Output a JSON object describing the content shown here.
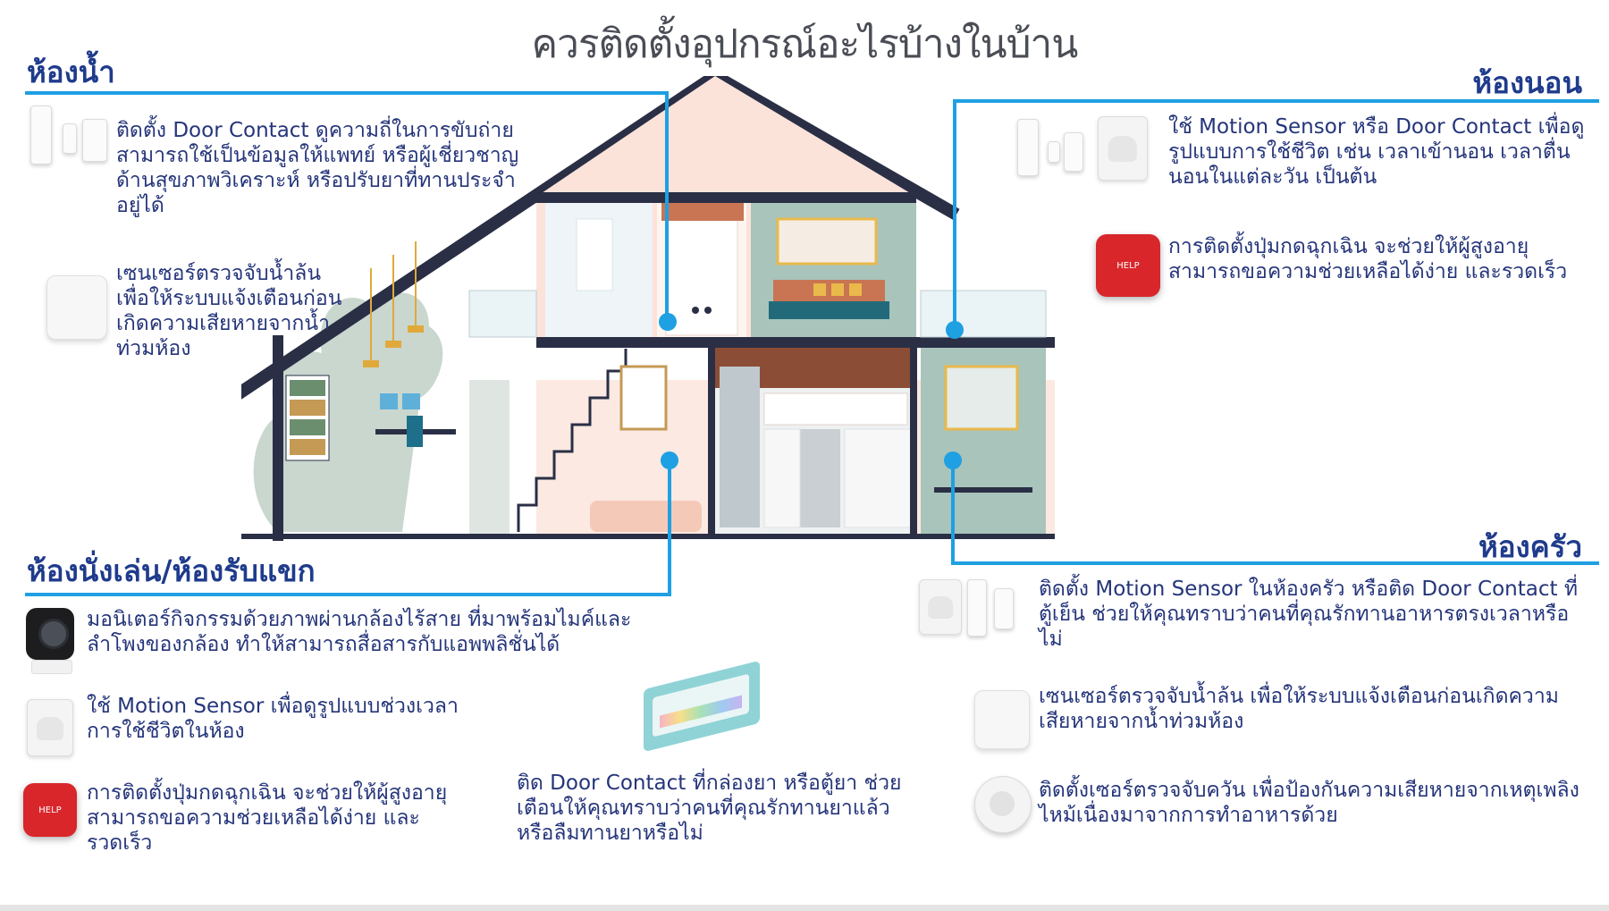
{
  "title": "ควรติดตั้งอุปกรณ์อะไรบ้างในบ้าน",
  "rooms": {
    "bathroom": {
      "name": "ห้องน้ำ",
      "items": [
        {
          "icon": "door-contact-icon",
          "text": "ติดตั้ง Door Contact ดูความถี่ในการขับถ่าย สามารถใช้เป็นข้อมูลให้แพทย์ หรือผู้เชี่ยวชาญด้านสุขภาพวิเคราะห์ หรือปรับยาที่ทานประจำอยู่ได้"
        },
        {
          "icon": "water-leak-sensor-icon",
          "text": "เซนเซอร์ตรวจจับน้ำล้น เพื่อให้ระบบแจ้งเตือนก่อนเกิดความเสียหายจากน้ำท่วมห้อง"
        }
      ]
    },
    "bedroom": {
      "name": "ห้องนอน",
      "items": [
        {
          "icon": "motion-sensor-icon",
          "text": "ใช้ Motion Sensor หรือ Door Contact เพื่อดูรูปแบบการใช้ชีวิต เช่น เวลาเข้านอน เวลาตื่นนอนในแต่ละวัน เป็นต้น"
        },
        {
          "icon": "help-button-icon",
          "text": "การติดตั้งปุ่มกดฉุกเฉิน จะช่วยให้ผู้สูงอายุสามารถขอความช่วยเหลือได้ง่าย และรวดเร็ว"
        }
      ]
    },
    "living": {
      "name": "ห้องนั่งเล่น/ห้องรับแขก",
      "items": [
        {
          "icon": "camera-icon",
          "text": "มอนิเตอร์กิจกรรมด้วยภาพผ่านกล้องไร้สาย ที่มาพร้อมไมค์และลำโพงของกล้อง ทำให้สามารถสื่อสารกับแอพพลิชั่นได้"
        },
        {
          "icon": "motion-sensor-icon",
          "text": "ใช้ Motion Sensor เพื่อดูรูปแบบช่วงเวลาการใช้ชีวิตในห้อง"
        },
        {
          "icon": "help-button-icon",
          "text": "การติดตั้งปุ่มกดฉุกเฉิน จะช่วยให้ผู้สูงอายุสามารถขอความช่วยเหลือได้ง่าย และรวดเร็ว"
        }
      ]
    },
    "pillbox": {
      "icon": "pill-box-icon",
      "text": "ติด Door Contact ที่กล่องยา หรือตู้ยา ช่วยเตือนให้คุณทราบว่าคนที่คุณรักทานยาแล้ว หรือลืมทานยาหรือไม่"
    },
    "kitchen": {
      "name": "ห้องครัว",
      "items": [
        {
          "icon": "motion-sensor-icon",
          "text": "ติดตั้ง Motion Sensor ในห้องครัว หรือติด Door Contact ที่ตู้เย็น ช่วยให้คุณทราบว่าคนที่คุณรักทานอาหารตรงเวลาหรือไม่"
        },
        {
          "icon": "water-leak-sensor-icon",
          "text": "เซนเซอร์ตรวจจับน้ำล้น เพื่อให้ระบบแจ้งเตือนก่อนเกิดความเสียหายจากน้ำท่วมห้อง"
        },
        {
          "icon": "smoke-detector-icon",
          "text": "ติดตั้งเซอร์ตรวจจับควัน เพื่อป้องกันความเสียหายจากเหตุเพลิงไหม้เนื่องมาจากการทำอาหารด้วย"
        }
      ]
    }
  },
  "help_label": "HELP",
  "colors": {
    "accent": "#1ea0e3",
    "heading": "#1f3b8c",
    "text": "#25357a",
    "title": "#4a4d55"
  }
}
